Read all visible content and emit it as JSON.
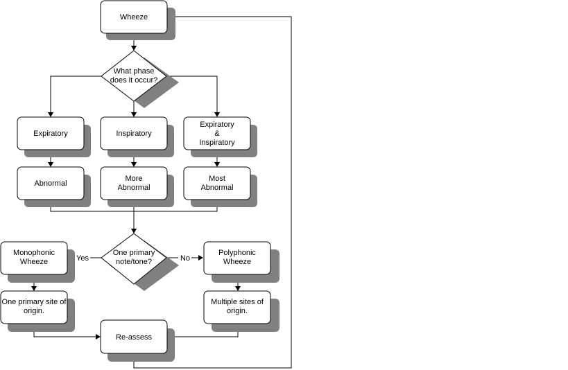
{
  "nodes": {
    "wheeze": [
      "Wheeze"
    ],
    "phase_question": [
      "What phase",
      "does it occur?"
    ],
    "expiratory": [
      "Expiratory"
    ],
    "inspiratory": [
      "Inspiratory"
    ],
    "exp_insp": [
      "Expiratory",
      "&",
      "Inspiratory"
    ],
    "abnormal": [
      "Abnormal"
    ],
    "more_abnormal": [
      "More",
      "Abnormal"
    ],
    "most_abnormal": [
      "Most",
      "Abnormal"
    ],
    "tone_question": [
      "One primary",
      "note/tone?"
    ],
    "monophonic": [
      "Monophonic",
      "Wheeze"
    ],
    "polyphonic": [
      "Polyphonic",
      "Wheeze"
    ],
    "one_site": [
      "One primary site of",
      "origin."
    ],
    "multiple_sites": [
      "Multiple sites of",
      "origin."
    ],
    "reassess": [
      "Re-assess"
    ]
  },
  "edge_labels": {
    "yes": "Yes",
    "no": "No"
  }
}
